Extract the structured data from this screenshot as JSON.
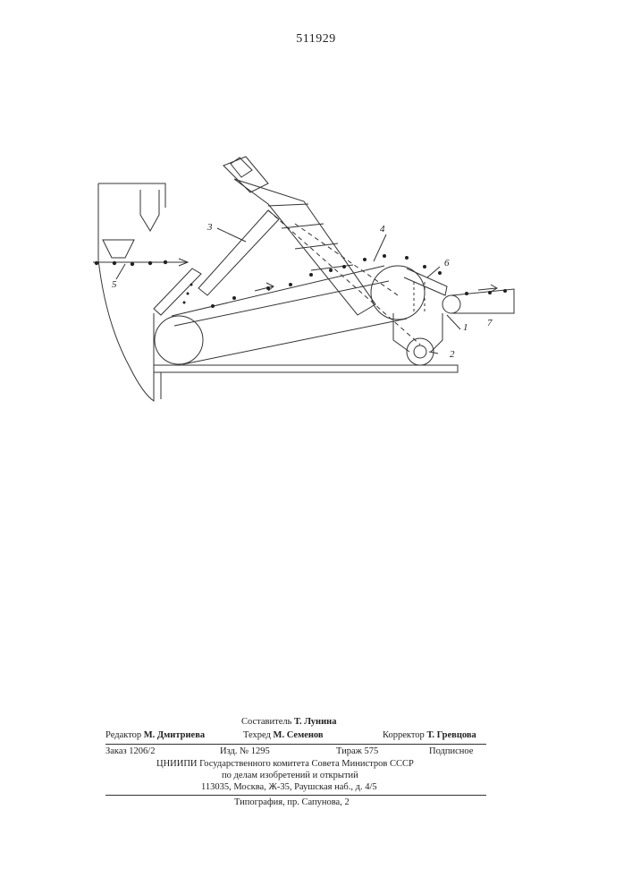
{
  "patent_number": "511929",
  "figure_labels": {
    "l1": "1",
    "l2": "2",
    "l3": "3",
    "l4": "4",
    "l5": "5",
    "l6": "6",
    "l7": "7"
  },
  "imprint": {
    "compiler_label": "Составитель",
    "compiler_name": "Т. Лунина",
    "editor_label": "Редактор",
    "editor_name": "М. Дмитриева",
    "techred_label": "Техред",
    "techred_name": "М. Семенов",
    "corrector_label": "Корректор",
    "corrector_name": "Т. Гревцова",
    "order": "Заказ 1206/2",
    "edition": "Изд. № 1295",
    "print_run": "Тираж 575",
    "subscription": "Подписное",
    "org_line1": "ЦНИИПИ Государственного комитета Совета Министров СССР",
    "org_line2": "по делам изобретений и открытий",
    "address": "113035, Москва, Ж-35, Раушская наб., д. 4/5",
    "printer": "Типография, пр. Сапунова, 2"
  }
}
